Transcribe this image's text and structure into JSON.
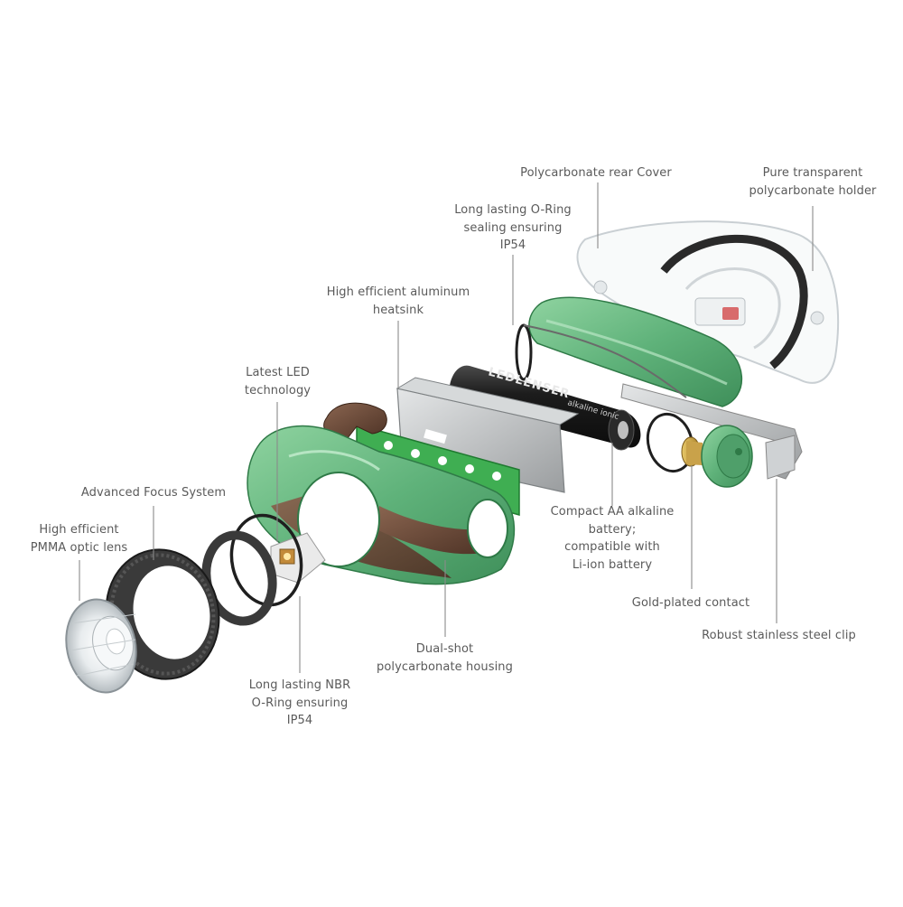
{
  "labels": {
    "rear_cover": "Polycarbonate rear Cover",
    "transparent_holder": "Pure transparent\npolycarbonate holder",
    "o_ring_top": "Long lasting  O-Ring\nsealing ensuring\nIP54",
    "heatsink": "High efficient aluminum\nheatsink",
    "led": "Latest LED\ntechnology",
    "focus_system": "Advanced Focus System",
    "optic_lens": "High efficient\nPMMA optic lens",
    "battery": "Compact AA alkaline\nbattery;\ncompatible with\nLi-ion battery",
    "gold_contact": "Gold-plated contact",
    "steel_clip": "Robust stainless steel clip",
    "housing": "Dual-shot\npolycarbonate housing",
    "nbr_o_ring": "Long lasting NBR\nO-Ring ensuring\nIP54"
  },
  "battery_print": {
    "brand": "LEDLENSER",
    "type": "alkaline ionic"
  },
  "colors": {
    "housing_green": "#5fb27a",
    "housing_brown": "#6b4a3a",
    "pcb_green": "#3fae52",
    "heatsink_gray": "#b9bcbd",
    "focus_dark": "#3a3a3a",
    "battery_black": "#1c1c1c",
    "label_gray": "#5a5a5a",
    "leader_gray": "#8a8a8a"
  }
}
